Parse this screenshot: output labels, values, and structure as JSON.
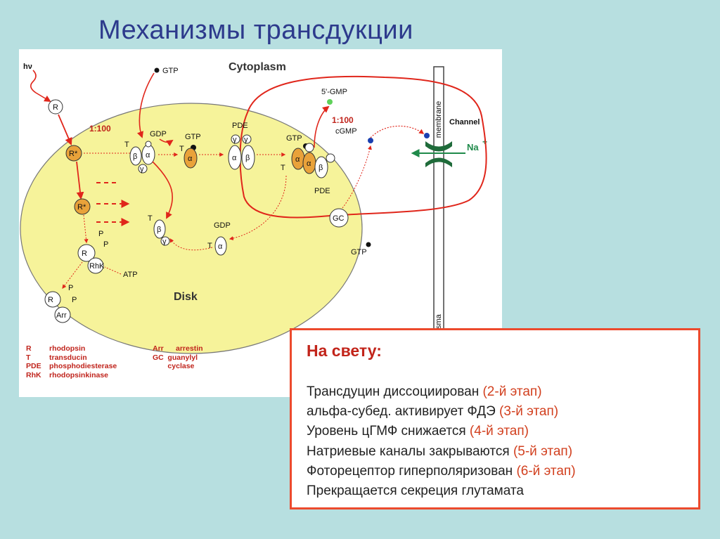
{
  "title": "Механизмы трансдукции",
  "diagram": {
    "labels": {
      "hv": "hν",
      "cytoplasm": "Cytoplasm",
      "disk": "Disk",
      "membrane": "membrane",
      "plasma": "plasma",
      "channel": "Channel",
      "na": "Na",
      "na_sup": "+",
      "ratio1": "1:100",
      "ratio2": "1:100",
      "gtp_top": "GTP",
      "gdp_top": "GDP",
      "gtp_mid": "GTP",
      "gtp_pde": "GTP",
      "gtp_gc": "GTP",
      "gdp_low": "GDP",
      "atp": "ATP",
      "gmp5": "5'-GMP",
      "cgmp": "cGMP",
      "pde_top": "PDE",
      "pde_low": "PDE",
      "gc": "GC",
      "r": "R",
      "rstar1": "R*",
      "rstar2": "R*",
      "rp": "R",
      "ra": "R",
      "rhk": "RhK",
      "arr": "Arr",
      "p": "P",
      "t": "T",
      "alpha": "α",
      "beta": "β",
      "gamma": "γ"
    },
    "legend": [
      {
        "abbr": "R",
        "name": "rhodopsin"
      },
      {
        "abbr": "T",
        "name": "transducin"
      },
      {
        "abbr": "PDE",
        "name": "phosphodiesterase"
      },
      {
        "abbr": "RhK",
        "name": "rhodopsinkinase"
      }
    ],
    "legend2": [
      {
        "abbr": "Arr",
        "name": "arrestin"
      },
      {
        "abbr": "GC",
        "name": "guanylyl cyclase"
      }
    ],
    "colors": {
      "arrow": "#e0261b",
      "disk": "#f6f39a",
      "orange": "#e9a23a",
      "green": "#1f6b3a"
    }
  },
  "infobox": {
    "heading": "На свету:",
    "lines": [
      {
        "text": "Трансдуцин диссоциирован ",
        "stage": "(2-й этап)"
      },
      {
        "text": "альфа-субед. активирует ФДЭ ",
        "stage": "(3-й этап)"
      },
      {
        "text": "Уровень цГМФ снижается ",
        "stage": "(4-й этап)"
      },
      {
        "text": "Натриевые каналы закрываются ",
        "stage": "(5-й этап)"
      },
      {
        "text": "Фоторецептор гиперполяризован ",
        "stage": "(6-й этап)"
      },
      {
        "text": "Прекращается секреция глутамата",
        "stage": ""
      }
    ]
  }
}
